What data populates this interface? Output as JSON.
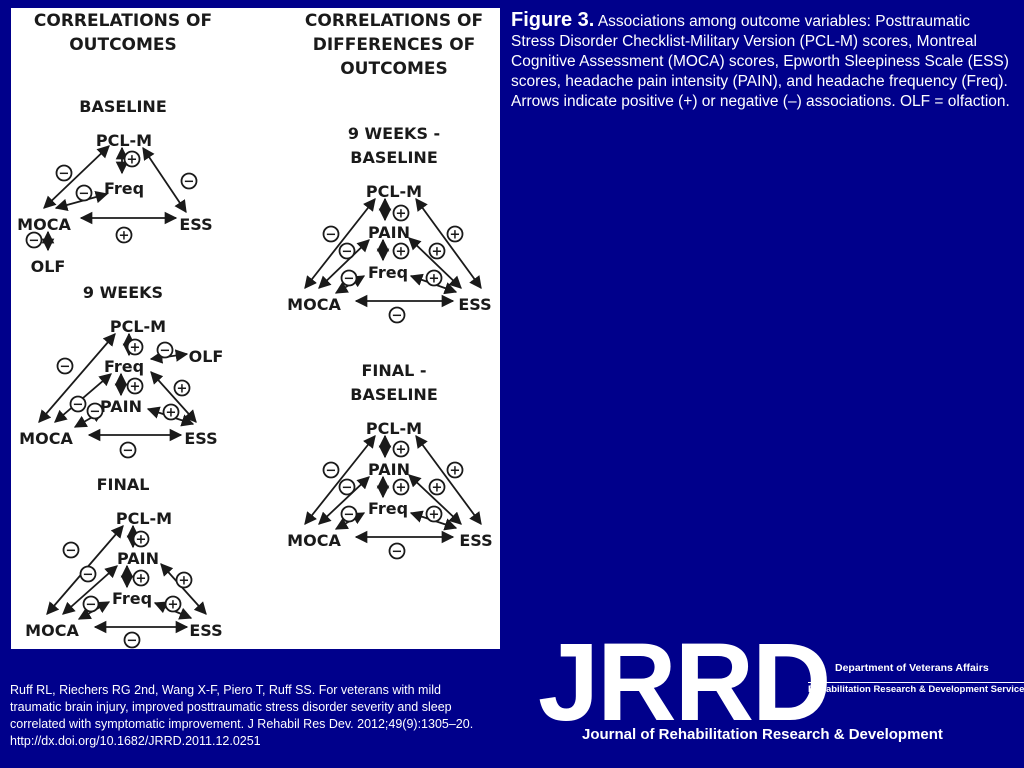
{
  "caption": {
    "figure_label": "Figure 3.",
    "text": "Associations among outcome variables: Posttraumatic Stress Disorder Checklist-Military Version (PCL-M) scores, Montreal Cognitive Assessment (MOCA) scores, Epworth Sleepiness Scale (ESS) scores, headache pain intensity (PAIN), and headache frequency (Freq). Arrows indicate positive (+) or negative (–) associations. OLF = olfaction."
  },
  "citation": {
    "text": "Ruff RL, Riechers RG 2nd, Wang X-F, Piero T, Ruff SS. For veterans with mild traumatic brain injury, improved posttraumatic stress disorder severity and sleep correlated with symptomatic improvement. J Rehabil Res Dev. 2012;49(9):1305–20.",
    "doi": "http://dx.doi.org/10.1682/JRRD.2011.12.0251"
  },
  "logo": {
    "mark": "JRRD",
    "department": "Department of Veterans Affairs",
    "service": "Rehabilitation Research & Development Service",
    "journal": "Journal of Rehabilitation Research & Development"
  },
  "colors": {
    "background": "#00008B",
    "panel": "#ffffff",
    "ink": "#1a1a1a"
  },
  "figure": {
    "col1_header": [
      "CORRELATIONS OF",
      "OUTCOMES"
    ],
    "col2_header": [
      "CORRELATIONS OF",
      "DIFFERENCES OF",
      "OUTCOMES"
    ],
    "diagrams": [
      {
        "id": "baseline",
        "title": [
          "BASELINE"
        ],
        "nodes": [
          "PCL-M",
          "Freq",
          "MOCA",
          "ESS",
          "OLF"
        ],
        "links": [
          {
            "from": "PCL-M",
            "to": "MOCA",
            "sign": "−"
          },
          {
            "from": "PCL-M",
            "to": "ESS",
            "sign": "−"
          },
          {
            "from": "PCL-M",
            "to": "Freq",
            "sign": "+"
          },
          {
            "from": "Freq",
            "to": "MOCA",
            "sign": "−"
          },
          {
            "from": "MOCA",
            "to": "ESS",
            "sign": "+"
          },
          {
            "from": "MOCA",
            "to": "OLF",
            "sign": "−"
          }
        ]
      },
      {
        "id": "9-weeks",
        "title": [
          "9 WEEKS"
        ],
        "nodes": [
          "PCL-M",
          "Freq",
          "OLF",
          "PAIN",
          "MOCA",
          "ESS"
        ],
        "links": [
          {
            "from": "PCL-M",
            "to": "MOCA",
            "sign": "−"
          },
          {
            "from": "PCL-M",
            "to": "Freq",
            "sign": "+"
          },
          {
            "from": "Freq",
            "to": "OLF",
            "sign": "−"
          },
          {
            "from": "Freq",
            "to": "PAIN",
            "sign": "+"
          },
          {
            "from": "Freq",
            "to": "MOCA",
            "sign": "−"
          },
          {
            "from": "Freq",
            "to": "ESS",
            "sign": "+"
          },
          {
            "from": "PAIN",
            "to": "MOCA",
            "sign": "−"
          },
          {
            "from": "PAIN",
            "to": "ESS",
            "sign": "+"
          },
          {
            "from": "MOCA",
            "to": "ESS",
            "sign": "−"
          }
        ]
      },
      {
        "id": "final",
        "title": [
          "FINAL"
        ],
        "nodes": [
          "PCL-M",
          "PAIN",
          "Freq",
          "MOCA",
          "ESS"
        ],
        "links": [
          {
            "from": "PCL-M",
            "to": "MOCA",
            "sign": "−"
          },
          {
            "from": "PCL-M",
            "to": "PAIN",
            "sign": "+"
          },
          {
            "from": "PAIN",
            "to": "Freq",
            "sign": "+"
          },
          {
            "from": "PAIN",
            "to": "MOCA",
            "sign": "−"
          },
          {
            "from": "PAIN",
            "to": "ESS",
            "sign": "+"
          },
          {
            "from": "Freq",
            "to": "MOCA",
            "sign": "−"
          },
          {
            "from": "Freq",
            "to": "ESS",
            "sign": "+"
          },
          {
            "from": "MOCA",
            "to": "ESS",
            "sign": "−"
          }
        ]
      },
      {
        "id": "9-weeks-baseline",
        "title": [
          "9 WEEKS -",
          "BASELINE"
        ],
        "nodes": [
          "PCL-M",
          "PAIN",
          "Freq",
          "MOCA",
          "ESS"
        ],
        "links": [
          {
            "from": "PCL-M",
            "to": "MOCA",
            "sign": "−"
          },
          {
            "from": "PCL-M",
            "to": "ESS",
            "sign": "+"
          },
          {
            "from": "PCL-M",
            "to": "PAIN",
            "sign": "+"
          },
          {
            "from": "PAIN",
            "to": "Freq",
            "sign": "+"
          },
          {
            "from": "PAIN",
            "to": "MOCA",
            "sign": "−"
          },
          {
            "from": "PAIN",
            "to": "ESS",
            "sign": "+"
          },
          {
            "from": "Freq",
            "to": "MOCA",
            "sign": "−"
          },
          {
            "from": "Freq",
            "to": "ESS",
            "sign": "+"
          },
          {
            "from": "MOCA",
            "to": "ESS",
            "sign": "−"
          }
        ]
      },
      {
        "id": "final-baseline",
        "title": [
          "FINAL -",
          "BASELINE"
        ],
        "nodes": [
          "PCL-M",
          "PAIN",
          "Freq",
          "MOCA",
          "ESS"
        ],
        "links": [
          {
            "from": "PCL-M",
            "to": "MOCA",
            "sign": "−"
          },
          {
            "from": "PCL-M",
            "to": "ESS",
            "sign": "+"
          },
          {
            "from": "PCL-M",
            "to": "PAIN",
            "sign": "+"
          },
          {
            "from": "PAIN",
            "to": "Freq",
            "sign": "+"
          },
          {
            "from": "PAIN",
            "to": "MOCA",
            "sign": "−"
          },
          {
            "from": "PAIN",
            "to": "ESS",
            "sign": "+"
          },
          {
            "from": "Freq",
            "to": "MOCA",
            "sign": "−"
          },
          {
            "from": "Freq",
            "to": "ESS",
            "sign": "+"
          },
          {
            "from": "MOCA",
            "to": "ESS",
            "sign": "−"
          }
        ]
      }
    ]
  }
}
